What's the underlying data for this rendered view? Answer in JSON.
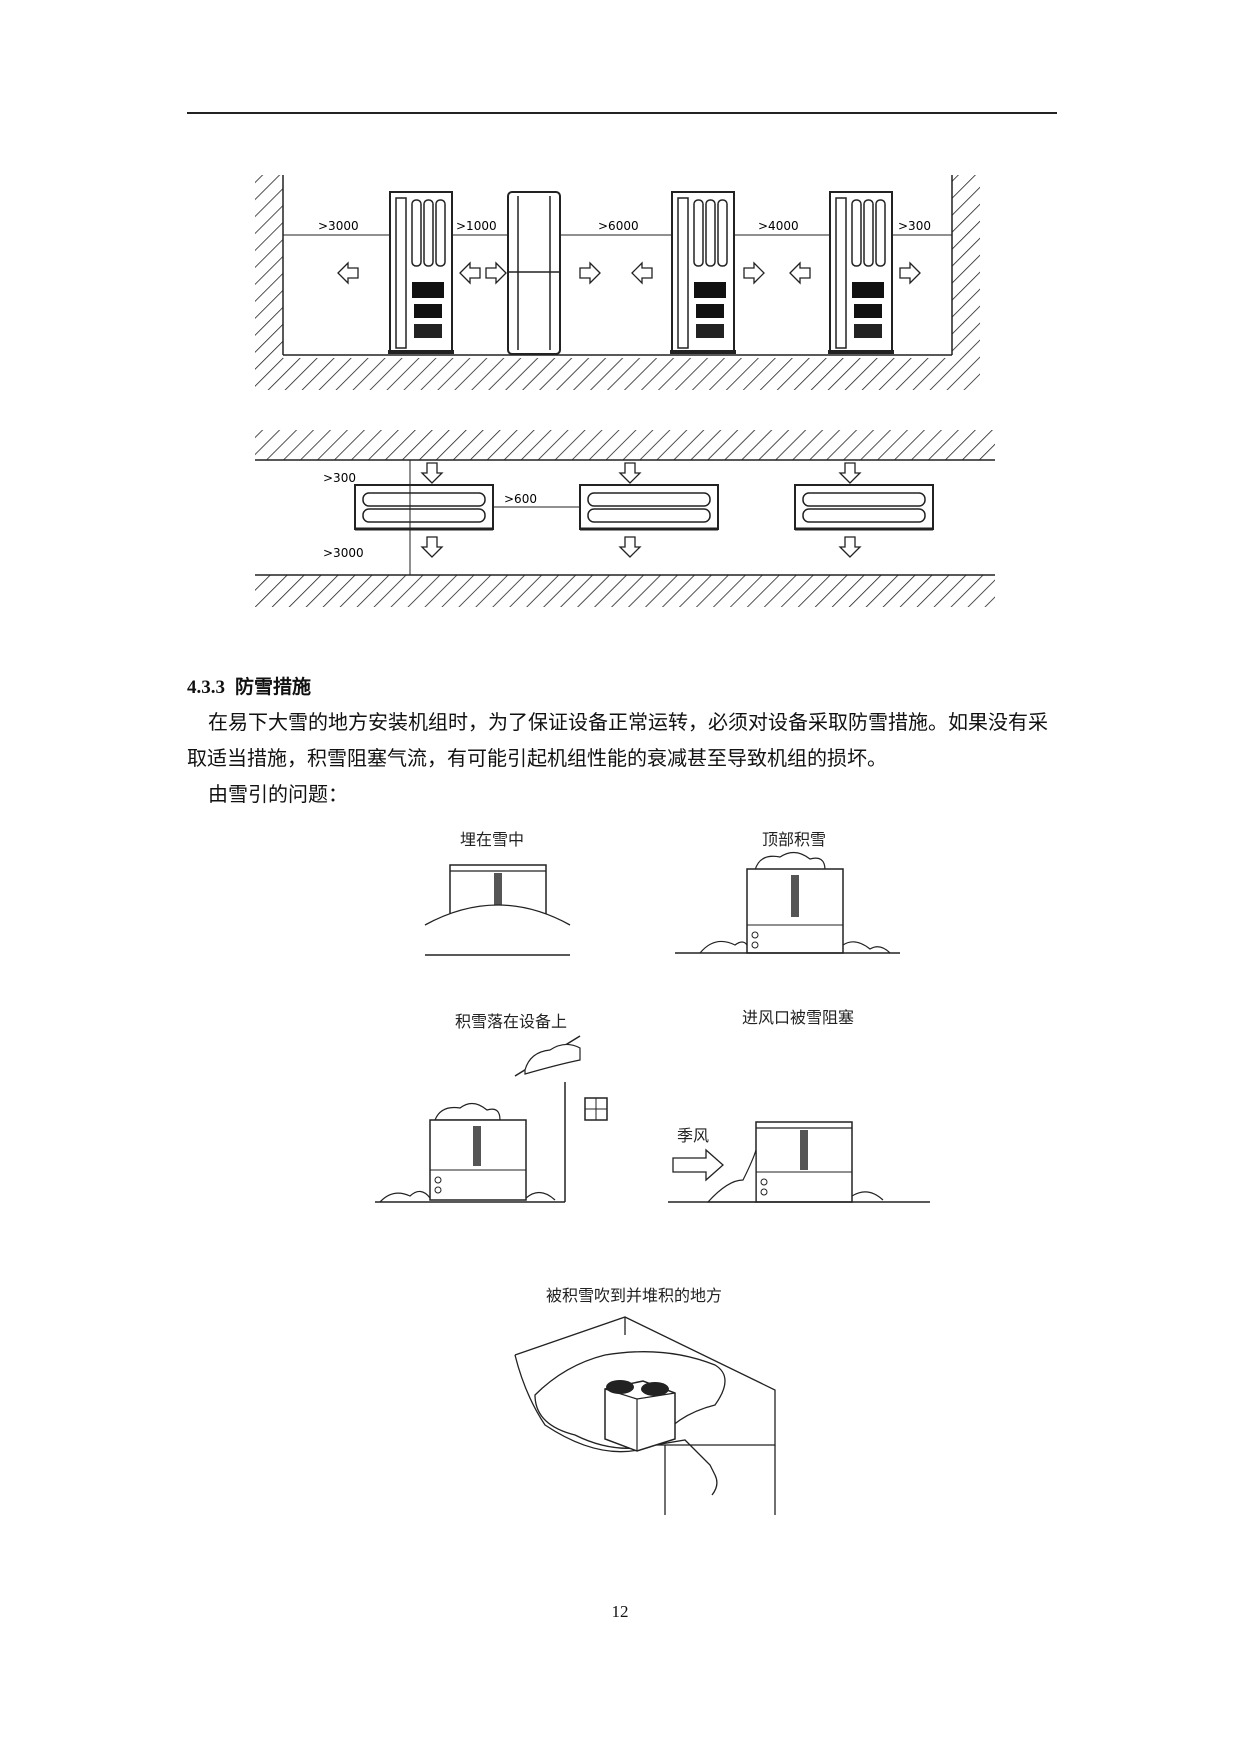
{
  "clearance_side_view": {
    "labels": [
      ">3000",
      ">1000",
      ">6000",
      ">4000",
      ">300"
    ]
  },
  "clearance_top_view": {
    "labels": [
      ">300",
      ">600",
      ">3000"
    ]
  },
  "section": {
    "number": "4.3.3",
    "title": "防雪措施",
    "paragraph": "在易下大雪的地方安装机组时，为了保证设备正常运转，必须对设备采取防雪措施。如果没有采取适当措施，积雪阻塞气流，有可能引起机组性能的衰减甚至导致机组的损坏。",
    "problems_intro": "由雪引的问题："
  },
  "illustrations": {
    "buried": "埋在雪中",
    "top_snow": "顶部积雪",
    "falling_snow": "积雪落在设备上",
    "inlet_blocked": "进风口被雪阻塞",
    "monsoon": "季风",
    "drifted": "被积雪吹到并堆积的地方"
  },
  "footer": {
    "page_number": "12"
  }
}
